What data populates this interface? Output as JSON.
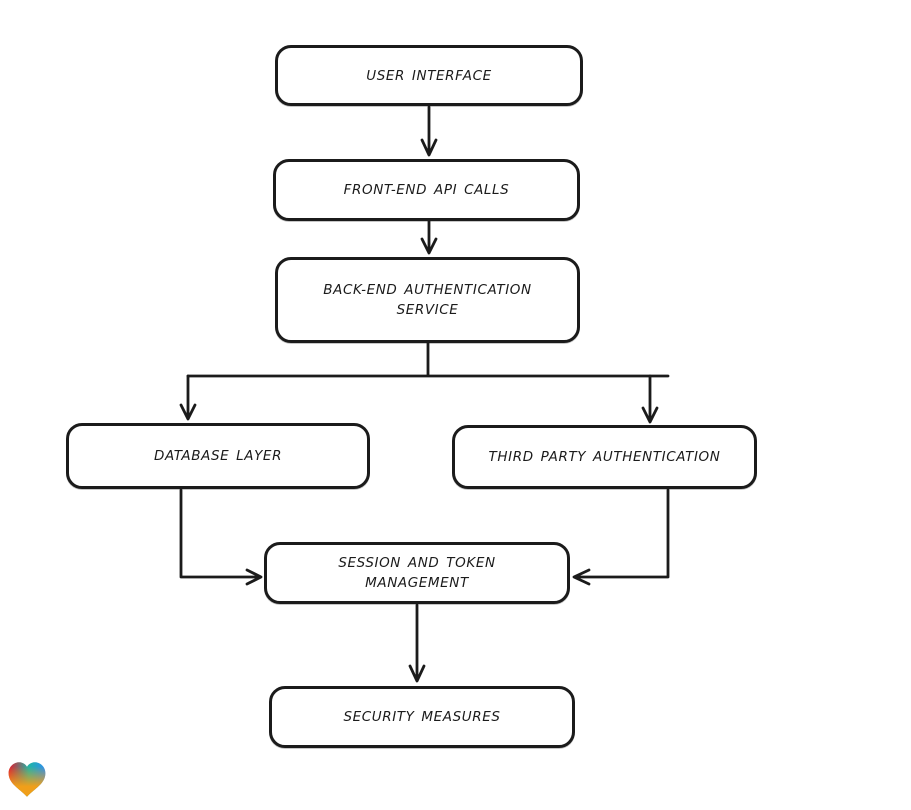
{
  "diagram": {
    "type": "flowchart",
    "nodes": [
      {
        "id": "user-interface",
        "label": "USER INTERFACE",
        "lines": [
          "USER INTERFACE"
        ]
      },
      {
        "id": "front-end-api-calls",
        "label": "FRONT-END API CALLS",
        "lines": [
          "FRONT-END API CALLS"
        ]
      },
      {
        "id": "back-end-authentication-service",
        "label": "BACK-END AUTHENTICATION SERVICE",
        "lines": [
          "BACK-END AUTHENTICATION",
          "SERVICE"
        ]
      },
      {
        "id": "database-layer",
        "label": "DATABASE LAYER",
        "lines": [
          "DATABASE LAYER"
        ]
      },
      {
        "id": "third-party-authentication",
        "label": "THIRD PARTY AUTHENTICATION",
        "lines": [
          "THIRD PARTY AUTHENTICATION"
        ]
      },
      {
        "id": "session-and-token-management",
        "label": "SESSION AND TOKEN MANAGEMENT",
        "lines": [
          "SESSION AND TOKEN",
          "MANAGEMENT"
        ]
      },
      {
        "id": "security-measures",
        "label": "SECURITY MEASURES",
        "lines": [
          "SECURITY MEASURES"
        ]
      }
    ],
    "edges": [
      {
        "from": "user-interface",
        "to": "front-end-api-calls"
      },
      {
        "from": "front-end-api-calls",
        "to": "back-end-authentication-service"
      },
      {
        "from": "back-end-authentication-service",
        "to": "database-layer"
      },
      {
        "from": "back-end-authentication-service",
        "to": "third-party-authentication"
      },
      {
        "from": "database-layer",
        "to": "session-and-token-management"
      },
      {
        "from": "third-party-authentication",
        "to": "session-and-token-management"
      },
      {
        "from": "session-and-token-management",
        "to": "security-measures"
      }
    ]
  },
  "logo": {
    "icon": "gradient-heart-icon"
  },
  "colors": {
    "stroke": "#1b1b1b",
    "node_fill": "#ffffff",
    "background": "#ffffff",
    "heart_red": "#e31b2d",
    "heart_teal": "#1fb5a6",
    "heart_blue": "#2f8df0",
    "heart_orange": "#f09f1a"
  }
}
